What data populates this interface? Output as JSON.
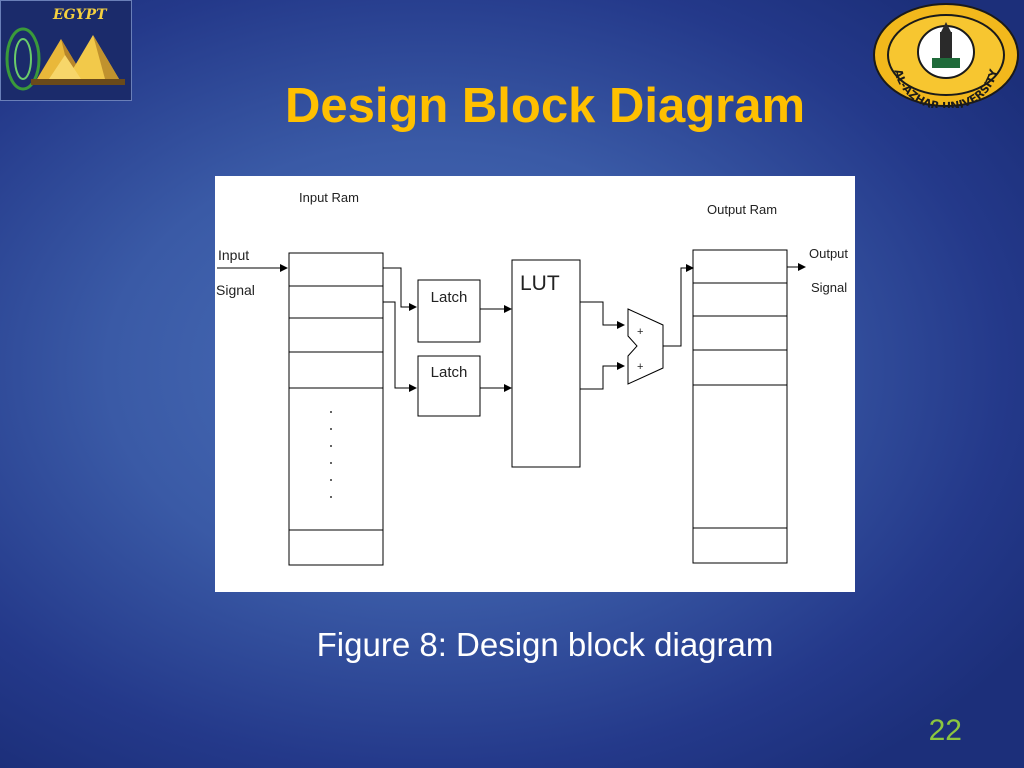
{
  "slide": {
    "title": "Design Block Diagram",
    "caption": "Figure 8: Design block diagram",
    "number": "22"
  },
  "logos": {
    "left_text": "EGYPT",
    "right_text": "AL-AZHAR UNIVERSITY"
  },
  "diagram": {
    "input_ram_label": "Input Ram",
    "output_ram_label": "Output Ram",
    "input_label_line1": "Input",
    "input_label_line2": "Signal",
    "output_label_line1": "Output",
    "output_label_line2": "Signal",
    "latch1": "Latch",
    "latch2": "Latch",
    "lut": "LUT",
    "adder_plus_top": "+",
    "adder_plus_bottom": "+",
    "ellipsis": ". . . . . ."
  },
  "colors": {
    "title": "#ffc000",
    "slide_number": "#8cc63f",
    "caption": "#ffffff"
  }
}
